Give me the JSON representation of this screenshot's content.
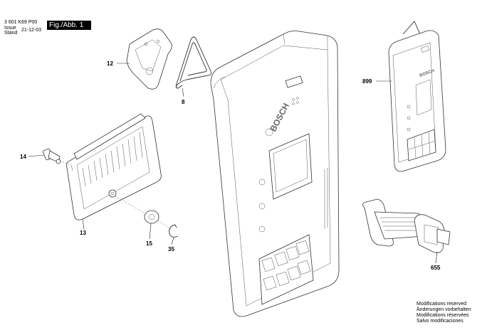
{
  "header": {
    "doc_number": "3 601 K69 P00",
    "issue_label": "Issue",
    "stand_label": "Stand",
    "issue_date": "21-12-03",
    "figure_label": "Fig./Abb. 1"
  },
  "brand_text": "BOSCH",
  "parts": [
    {
      "number": "12"
    },
    {
      "number": "8"
    },
    {
      "number": "14"
    },
    {
      "number": "13"
    },
    {
      "number": "15"
    },
    {
      "number": "35"
    },
    {
      "number": "899"
    },
    {
      "number": "655"
    }
  ],
  "footer": {
    "lines": [
      "Modifications reserved",
      "Änderungen vorbehalten",
      "Modifications réservées",
      "Salvo modificaciones"
    ]
  }
}
